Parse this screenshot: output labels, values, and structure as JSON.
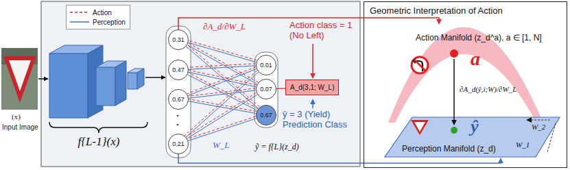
{
  "diagram": {
    "nodes": [
      {
        "text": [
          "0.31"
        ]
      },
      {
        "text": [
          "0.47"
        ]
      },
      {
        "text": [
          "0.67"
        ]
      },
      {
        "text": [
          "0.21"
        ]
      },
      {
        "text": [
          "0.01"
        ]
      },
      {
        "text": [
          "0.07"
        ]
      },
      {
        "text": [
          "0.67"
        ]
      },
      {
        "text": [
          "A_d(3,1; W_L)"
        ]
      },
      {
        "text": [
          "Geometric Interpretation of Action"
        ]
      },
      {
        "text": [
          "Action Manifold (z_d^a), a ∈ [1, N]"
        ],
        "in": 8
      },
      {
        "text": [
          "Perception Manifold (z_d)"
        ],
        "in": 8
      }
    ],
    "edges": [
      {
        "from": 0,
        "to": 4,
        "arrow": "none"
      },
      {
        "from": 0,
        "to": 5,
        "arrow": "none"
      },
      {
        "from": 0,
        "to": 6,
        "arrow": "none"
      },
      {
        "from": 1,
        "to": 4,
        "arrow": "none"
      },
      {
        "from": 1,
        "to": 5,
        "arrow": "none"
      },
      {
        "from": 1,
        "to": 6,
        "arrow": "none"
      },
      {
        "from": 2,
        "to": 4,
        "arrow": "none"
      },
      {
        "from": 2,
        "to": 5,
        "arrow": "none"
      },
      {
        "from": 2,
        "to": 6,
        "arrow": "none"
      },
      {
        "from": 3,
        "to": 4,
        "arrow": "none"
      },
      {
        "from": 3,
        "to": 5,
        "arrow": "none"
      },
      {
        "from": 3,
        "to": 6,
        "arrow": "none"
      },
      {
        "from": 4,
        "to": 0,
        "arrow": "none"
      },
      {
        "from": 4,
        "to": 1,
        "arrow": "none"
      },
      {
        "from": 4,
        "to": 2,
        "arrow": "none"
      },
      {
        "from": 4,
        "to": 3,
        "arrow": "none"
      },
      {
        "from": 5,
        "to": 0,
        "arrow": "none"
      },
      {
        "from": 5,
        "to": 1,
        "arrow": "none"
      },
      {
        "from": 5,
        "to": 2,
        "arrow": "none"
      },
      {
        "from": 5,
        "to": 3,
        "arrow": "none"
      },
      {
        "from": 6,
        "to": 0,
        "arrow": "none"
      },
      {
        "from": 6,
        "to": 1,
        "arrow": "none"
      },
      {
        "from": 6,
        "to": 2,
        "arrow": "none"
      },
      {
        "from": 6,
        "to": 3,
        "arrow": "none"
      },
      {
        "from": 5,
        "to": 7,
        "arrow": "none"
      },
      {
        "from": 0,
        "to": 9,
        "arrow": "to"
      },
      {
        "from": 3,
        "to": 10,
        "arrow": "to"
      }
    ],
    "labels": [
      "(x)",
      "Input Image",
      "f{L-1}(x)",
      "∂A_d/∂W_L",
      ".",
      ".",
      "W_L",
      "Action class = 1 (No Left)",
      "ŷ = 3 (Yield) Prediction Class",
      "ỹ = f{L}(z_d)",
      "a",
      "∂A_d(ŷ,i;W)/∂W_L",
      "ŷ",
      "W_2",
      "W_1"
    ],
    "legend": [
      {
        "text": "Action"
      },
      {
        "text": "Perception"
      }
    ]
  }
}
